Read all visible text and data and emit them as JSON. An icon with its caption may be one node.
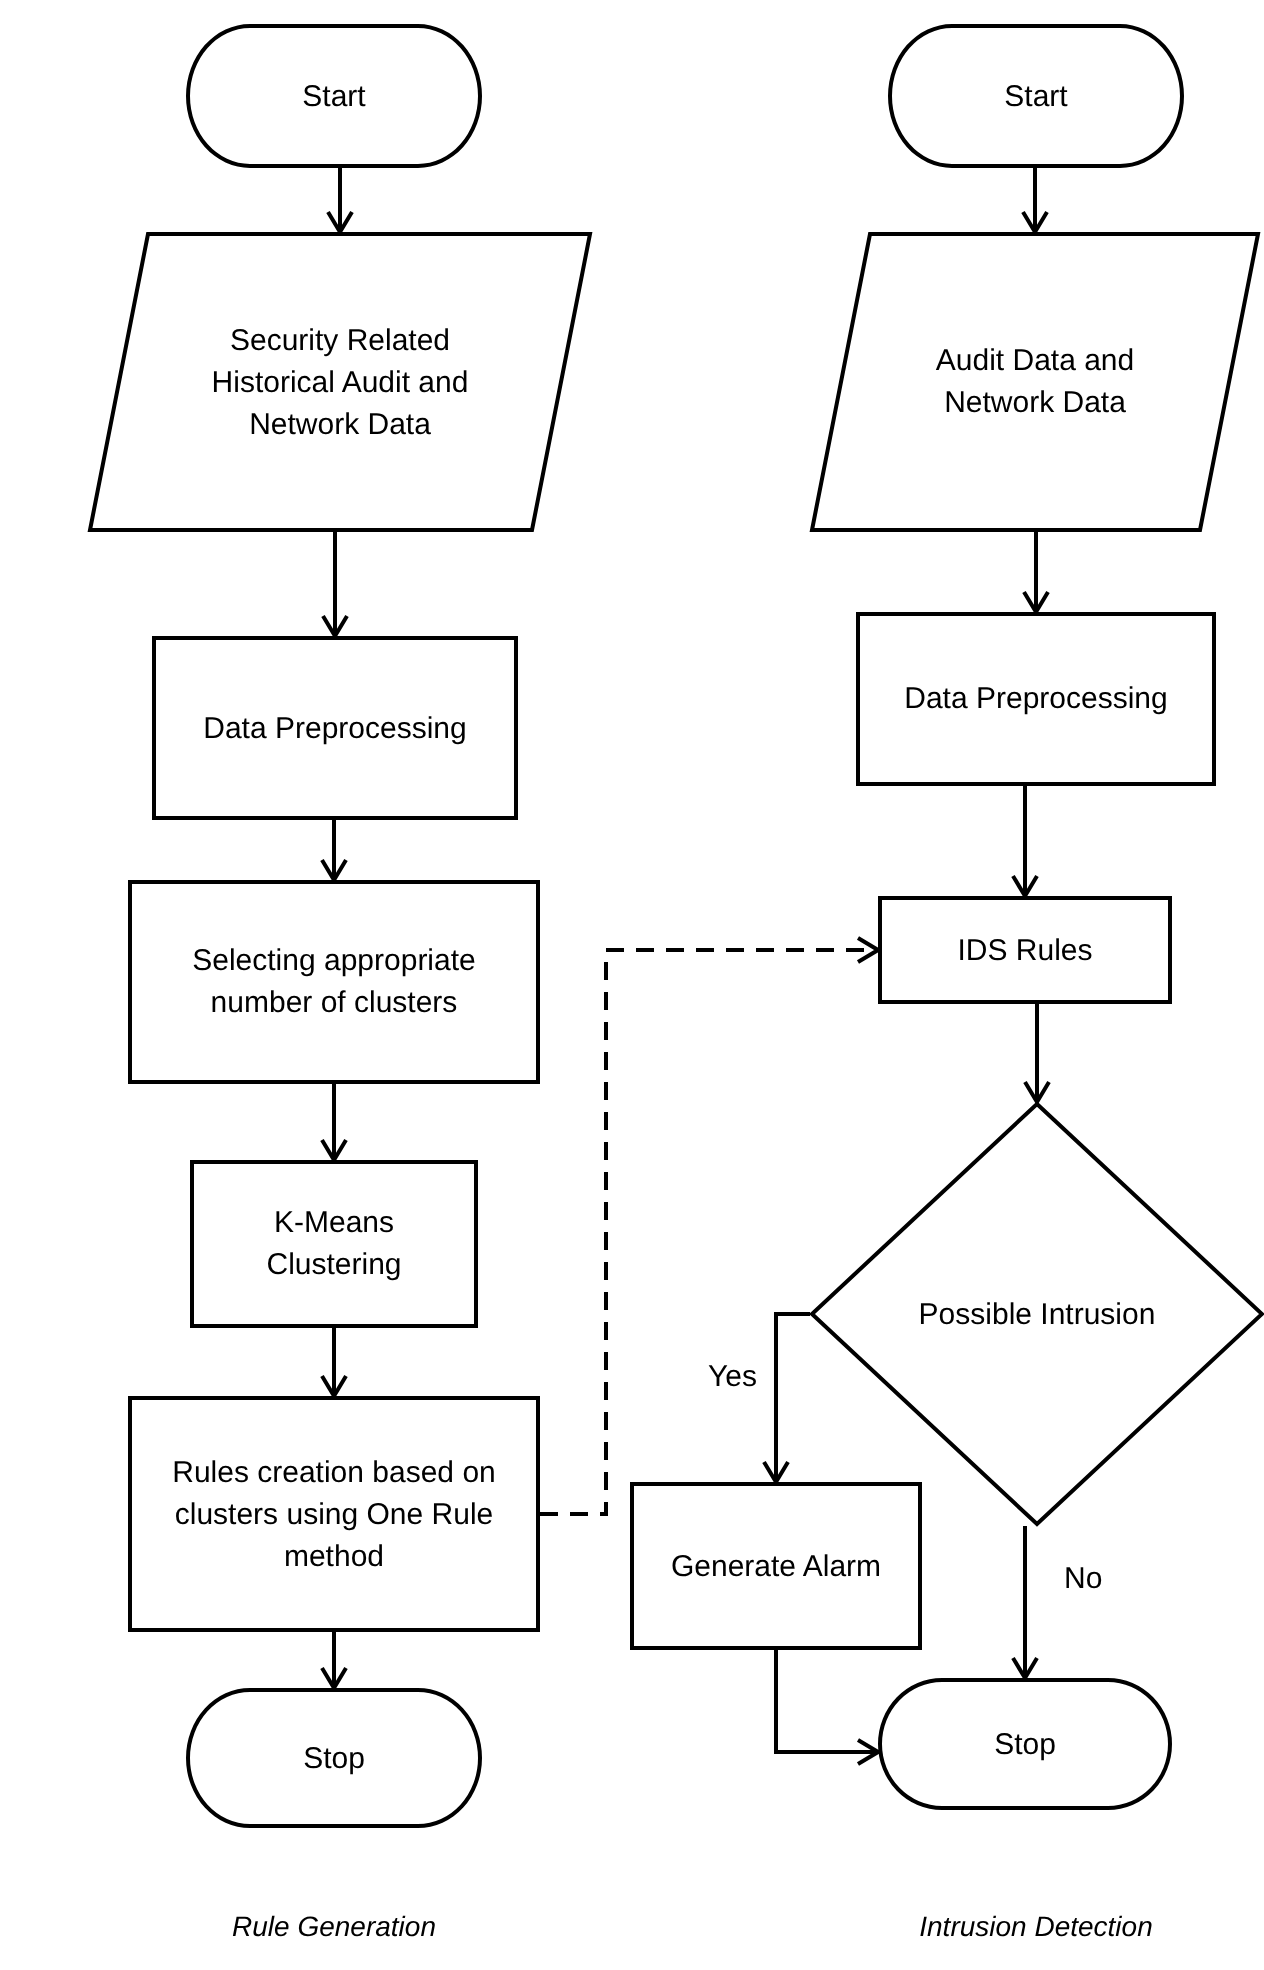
{
  "diagram": {
    "nodes": [
      {
        "text": [
          "Start"
        ]
      },
      {
        "text": [
          "Security Related Historical Audit and Network Data"
        ]
      },
      {
        "text": [
          "Data Preprocessing"
        ]
      },
      {
        "text": [
          "Selecting appropriate number of clusters"
        ]
      },
      {
        "text": [
          "K-Means Clustering"
        ]
      },
      {
        "text": [
          "Rules creation based on clusters using One Rule method"
        ]
      },
      {
        "text": [
          "Stop"
        ]
      },
      {
        "text": [
          "Start"
        ]
      },
      {
        "text": [
          "Audit Data and Network Data"
        ]
      },
      {
        "text": [
          "Data Preprocessing"
        ]
      },
      {
        "text": [
          "IDS Rules"
        ]
      },
      {
        "text": [
          "Possible Intrusion"
        ]
      },
      {
        "text": [
          "Generate Alarm"
        ]
      },
      {
        "text": [
          "Stop"
        ]
      }
    ],
    "edges": [
      {
        "from": 0,
        "to": 1,
        "arrow": "to"
      },
      {
        "from": 1,
        "to": 2,
        "arrow": "to"
      },
      {
        "from": 2,
        "to": 3,
        "arrow": "to"
      },
      {
        "from": 3,
        "to": 4,
        "arrow": "to"
      },
      {
        "from": 4,
        "to": 5,
        "arrow": "to"
      },
      {
        "from": 5,
        "to": 6,
        "arrow": "to"
      },
      {
        "from": 7,
        "to": 8,
        "arrow": "to"
      },
      {
        "from": 8,
        "to": 9,
        "arrow": "to"
      },
      {
        "from": 9,
        "to": 10,
        "arrow": "to"
      },
      {
        "from": 10,
        "to": 11,
        "arrow": "to"
      },
      {
        "from": 11,
        "to": 12,
        "arrow": "to",
        "label": "Yes"
      },
      {
        "from": 11,
        "to": 13,
        "arrow": "to",
        "label": "No"
      },
      {
        "from": 12,
        "to": 13,
        "arrow": "to"
      },
      {
        "from": 5,
        "to": 10,
        "arrow": "to",
        "style": "dashed"
      }
    ],
    "labels": [
      "Rule Generation",
      "Intrusion Detection"
    ]
  }
}
